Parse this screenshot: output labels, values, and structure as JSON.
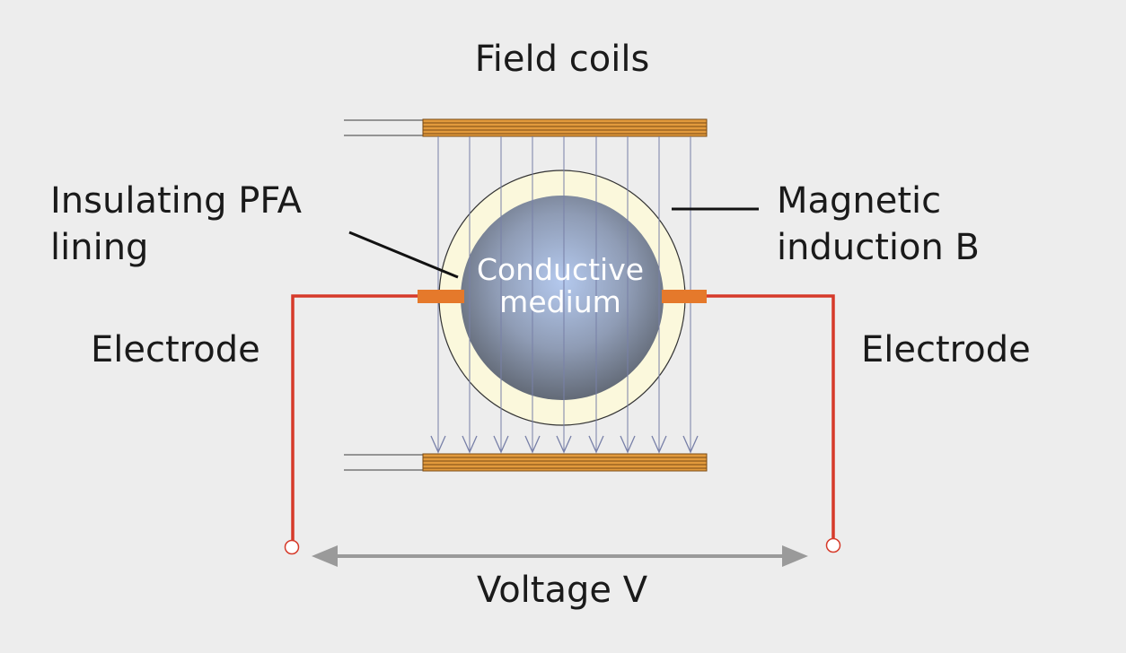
{
  "labels": {
    "field_coils": "Field coils",
    "insulating_line1": "Insulating PFA",
    "insulating_line2": "lining",
    "magnetic_line1": "Magnetic",
    "magnetic_line2": "induction B",
    "medium_line1": "Conductive",
    "medium_line2": "medium",
    "electrode_left": "Electrode",
    "electrode_right": "Electrode",
    "voltage": "Voltage V"
  },
  "colors": {
    "background": "#ededed",
    "coil": "#e29a3c",
    "coil_stripe": "#7a4a14",
    "lining": "#fbf8dc",
    "medium_center": "#b4c9ee",
    "medium_edge": "#5f6672",
    "electrode": "#e5792b",
    "wire": "#d63a2a",
    "field_line": "#7880a8",
    "voltage_arrow": "#9a9a9a"
  }
}
